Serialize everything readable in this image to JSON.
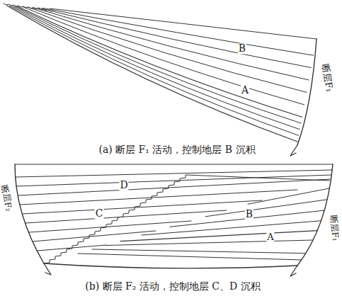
{
  "diagram": {
    "labels": [
      "B",
      "A",
      "断层F₁",
      "(a) 断层 F₁ 活动，控制地层 B 沉积",
      "断层F₂",
      "D",
      "C",
      "B",
      "A",
      "断层F₁",
      "(b) 断层 F₂ 活动，控制地层 C、D 沉积"
    ]
  }
}
